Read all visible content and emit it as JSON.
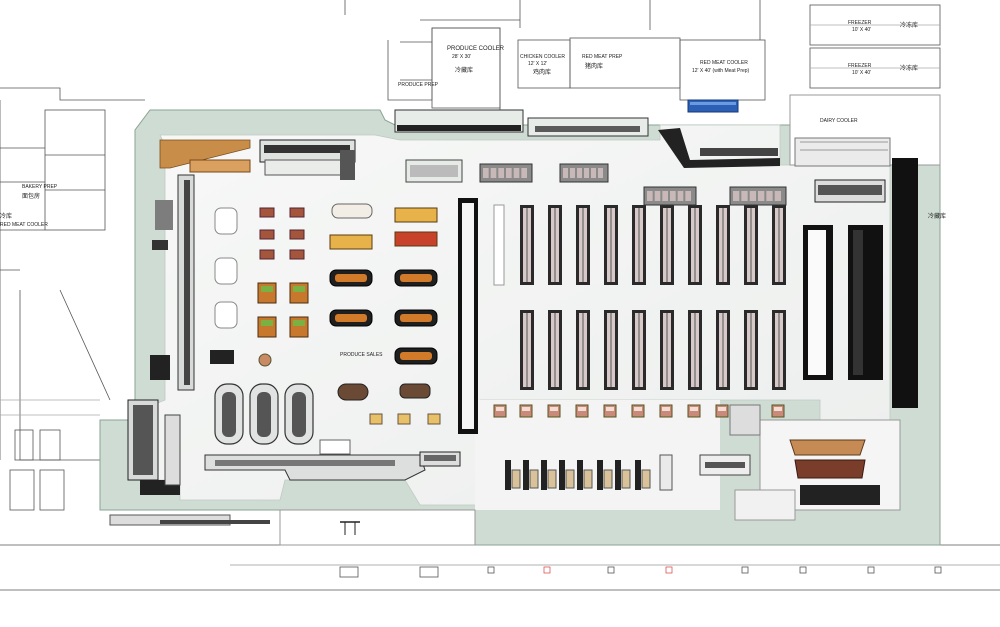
{
  "labels": {
    "produce_cooler": "PRODUCE COOLER",
    "produce_cooler_size": "28' X 30'",
    "produce_cooler_cn": "冷藏库",
    "produce_prep": "PRODUCE PREP",
    "chicken_cooler": "CHICKEN COOLER",
    "chicken_cooler_size": "12' X 12'",
    "chicken_cooler_cn": "鸡肉库",
    "red_meat_prep": "RED MEAT PREP",
    "red_meat_prep_cn": "猪肉库",
    "red_meat_cooler_top": "RED MEAT COOLER",
    "red_meat_cooler_top_size": "12' X 40' (with Meat Prep)",
    "freezer_1": "FREEZER",
    "freezer_1_size": "10' X 40'",
    "freezer_1_cn": "冷冻库",
    "freezer_2": "FREEZER",
    "freezer_2_size": "10' X 40'",
    "freezer_2_cn": "冷冻库",
    "bakery_prep": "BAKERY PREP",
    "bakery_prep_cn": "面包房",
    "red_meat_cooler_left": "RED MEAT COOLER",
    "red_meat_cooler_left_cn": "冷库",
    "produce_sales": "PRODUCE SALES",
    "dairy_cooler": "DAIRY COOLER",
    "side_cn": "冷藏库"
  }
}
